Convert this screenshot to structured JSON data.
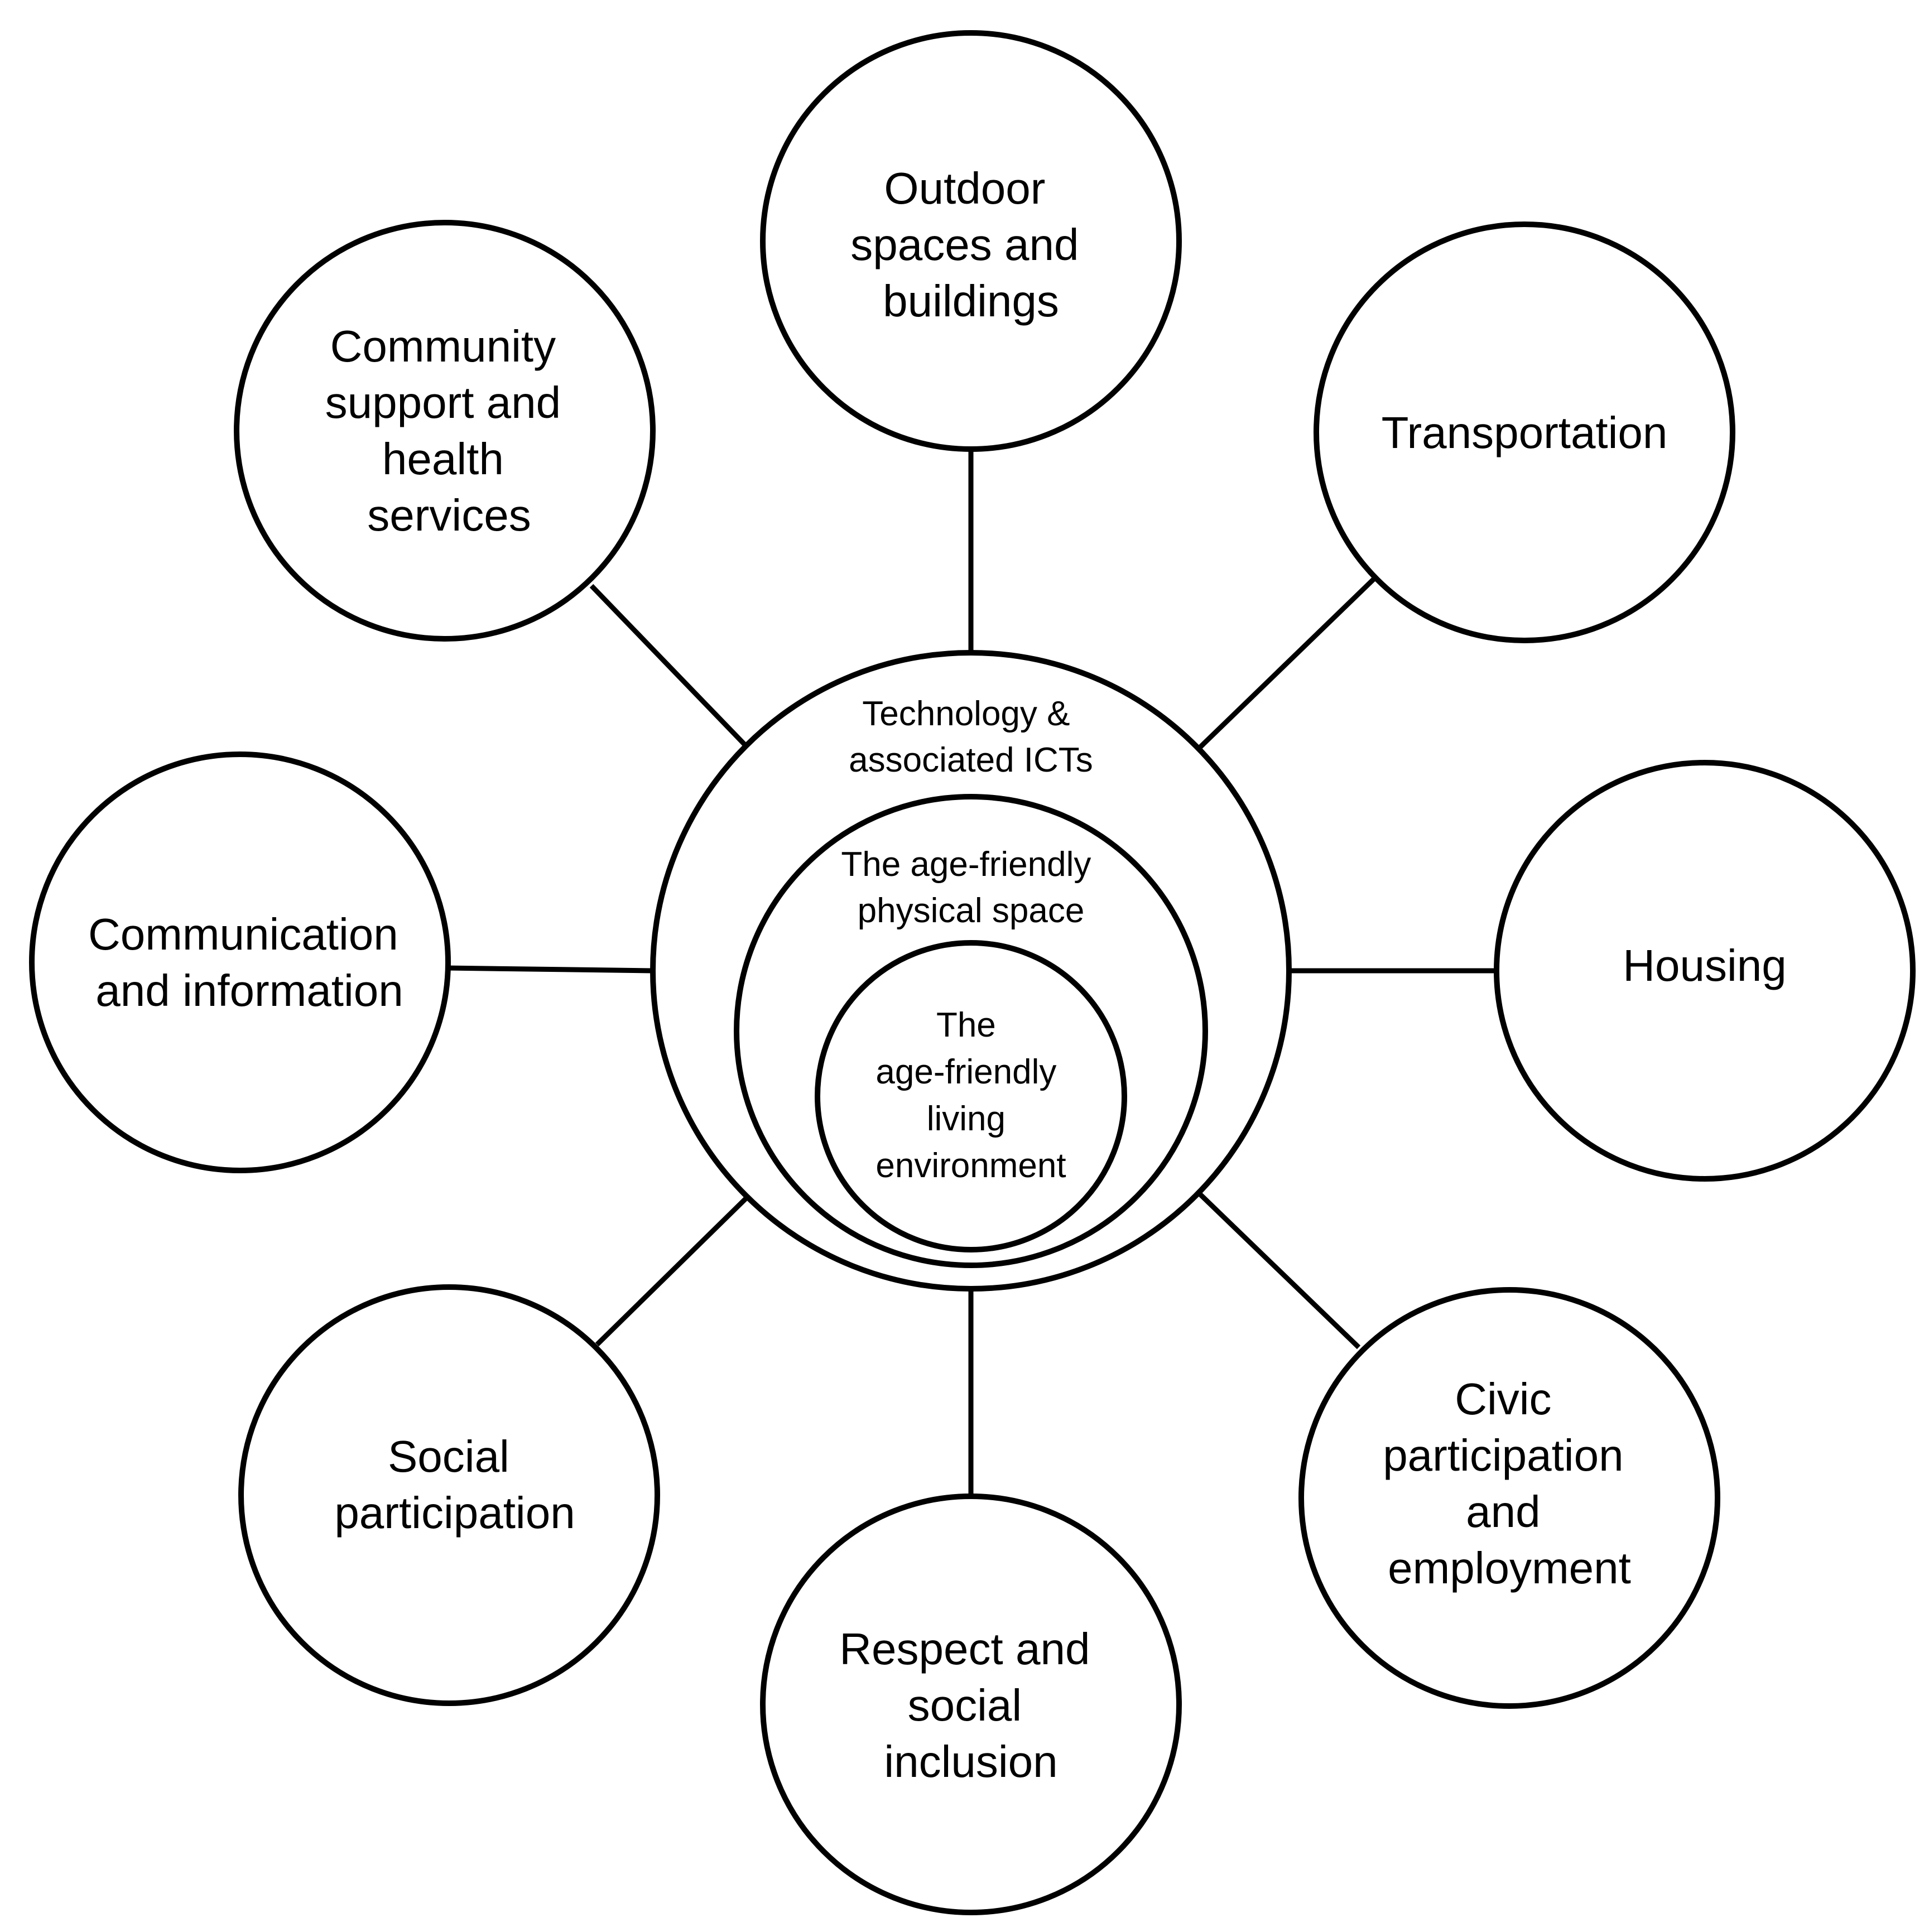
{
  "diagram": {
    "center": {
      "outer_label": [
        "Technology &",
        "associated ICTs"
      ],
      "middle_label": [
        "The age-friendly",
        "physical space"
      ],
      "inner_label": [
        "The",
        "age-friendly",
        "living",
        "environment"
      ]
    },
    "domains": [
      {
        "id": "outdoor",
        "lines": [
          "Outdoor",
          "spaces and",
          "buildings"
        ]
      },
      {
        "id": "transportation",
        "lines": [
          "Transportation"
        ]
      },
      {
        "id": "housing",
        "lines": [
          "Housing"
        ]
      },
      {
        "id": "civic",
        "lines": [
          "Civic",
          "participation",
          "and",
          "employment"
        ]
      },
      {
        "id": "respect",
        "lines": [
          "Respect and",
          "social",
          "inclusion"
        ]
      },
      {
        "id": "social",
        "lines": [
          "Social",
          "participation"
        ]
      },
      {
        "id": "communication",
        "lines": [
          "Communication",
          "and information"
        ]
      },
      {
        "id": "community",
        "lines": [
          "Community",
          "support and",
          "health",
          "services"
        ]
      }
    ]
  }
}
